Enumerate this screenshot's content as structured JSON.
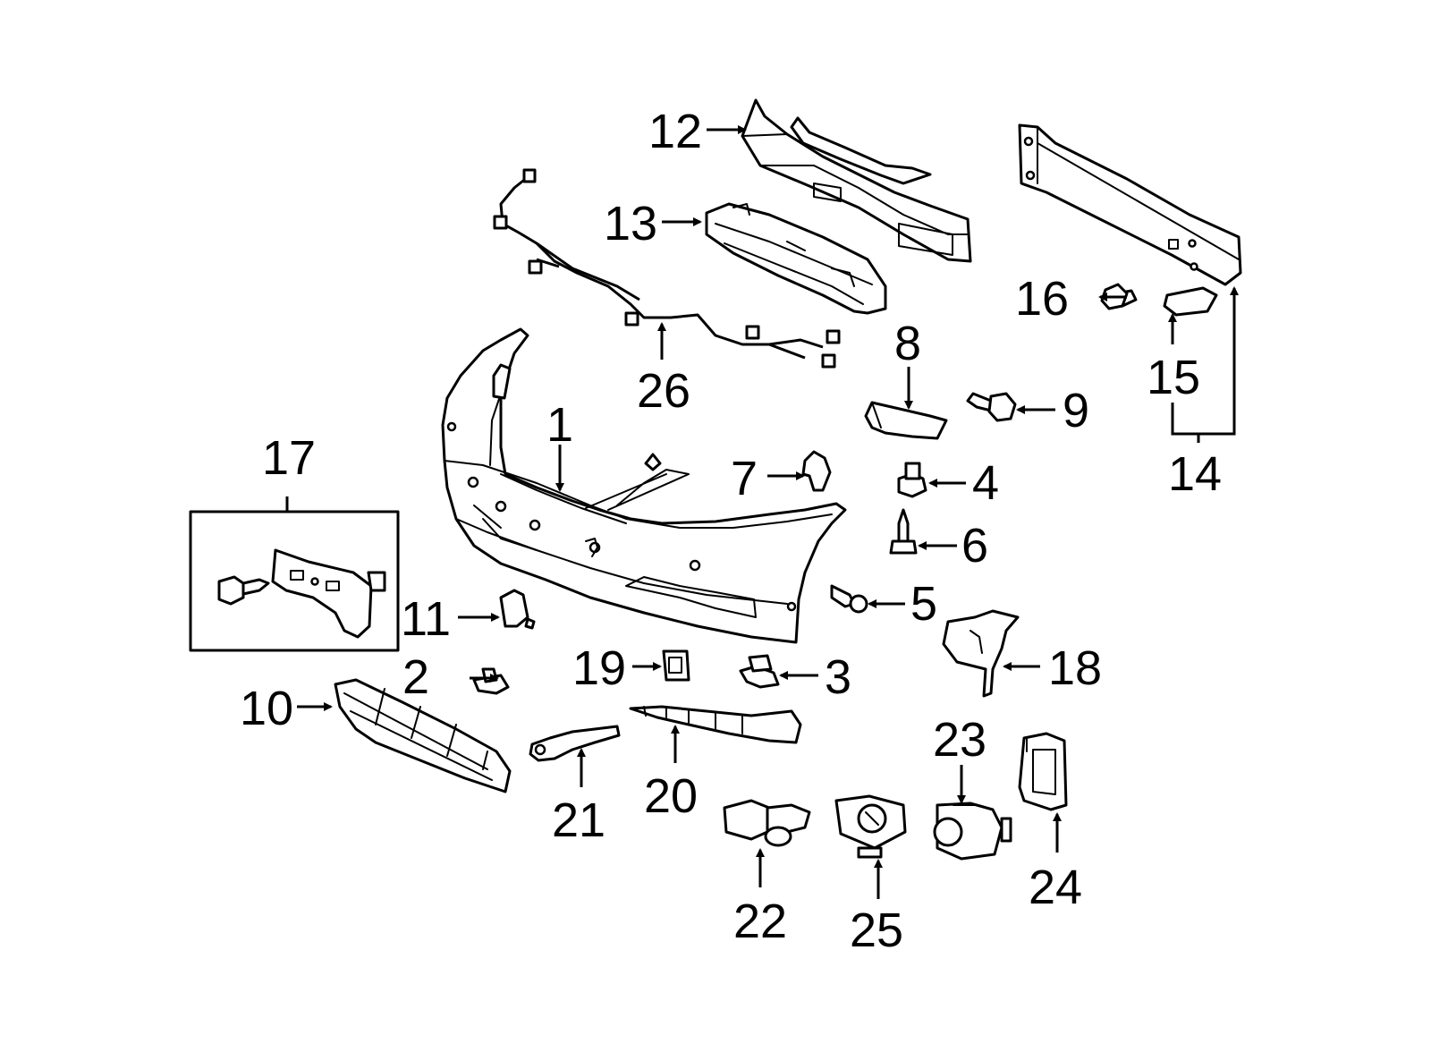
{
  "callouts": {
    "c1": "1",
    "c2": "2",
    "c3": "3",
    "c4": "4",
    "c5": "5",
    "c6": "6",
    "c7": "7",
    "c8": "8",
    "c9": "9",
    "c10": "10",
    "c11": "11",
    "c12": "12",
    "c13": "13",
    "c14": "14",
    "c15": "15",
    "c16": "16",
    "c17": "17",
    "c18": "18",
    "c19": "19",
    "c20": "20",
    "c21": "21",
    "c22": "22",
    "c23": "23",
    "c24": "24",
    "c25": "25",
    "c26": "26"
  },
  "colors": {
    "line": "#000000",
    "background": "#ffffff"
  }
}
